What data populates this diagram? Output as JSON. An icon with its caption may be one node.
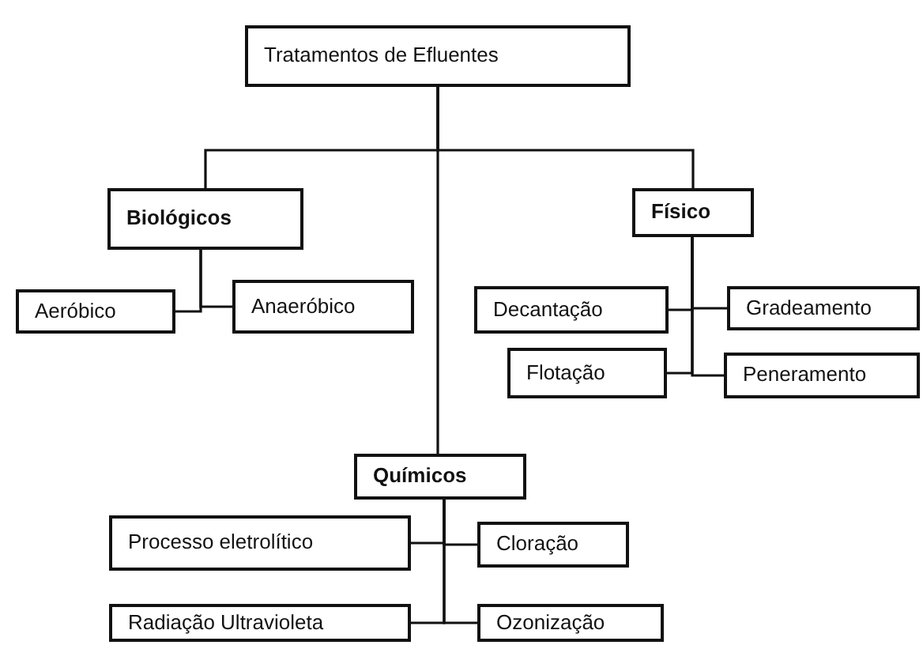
{
  "diagram": {
    "nodes": [
      {
        "text": [
          "Tratamentos de Efluentes"
        ]
      },
      {
        "text": [
          "Biológicos"
        ]
      },
      {
        "text": [
          "Físico"
        ]
      },
      {
        "text": [
          "Aeróbico"
        ]
      },
      {
        "text": [
          "Anaeróbico"
        ]
      },
      {
        "text": [
          "Decantação"
        ]
      },
      {
        "text": [
          "Gradeamento"
        ]
      },
      {
        "text": [
          "Flotação"
        ]
      },
      {
        "text": [
          "Peneramento"
        ]
      },
      {
        "text": [
          "Químicos"
        ]
      },
      {
        "text": [
          "Processo eletrolítico"
        ]
      },
      {
        "text": [
          "Cloração"
        ]
      },
      {
        "text": [
          "Radiação Ultravioleta"
        ]
      },
      {
        "text": [
          "Ozonização"
        ]
      }
    ],
    "edges": [
      {
        "from": 0,
        "to": 1,
        "arrow": "none"
      },
      {
        "from": 0,
        "to": 2,
        "arrow": "none"
      },
      {
        "from": 0,
        "to": 9,
        "arrow": "none"
      },
      {
        "from": 1,
        "to": 3,
        "arrow": "none"
      },
      {
        "from": 1,
        "to": 4,
        "arrow": "none"
      },
      {
        "from": 2,
        "to": 5,
        "arrow": "none"
      },
      {
        "from": 2,
        "to": 6,
        "arrow": "none"
      },
      {
        "from": 2,
        "to": 7,
        "arrow": "none"
      },
      {
        "from": 2,
        "to": 8,
        "arrow": "none"
      },
      {
        "from": 9,
        "to": 10,
        "arrow": "none"
      },
      {
        "from": 9,
        "to": 11,
        "arrow": "none"
      },
      {
        "from": 9,
        "to": 12,
        "arrow": "none"
      },
      {
        "from": 9,
        "to": 13,
        "arrow": "none"
      }
    ]
  }
}
